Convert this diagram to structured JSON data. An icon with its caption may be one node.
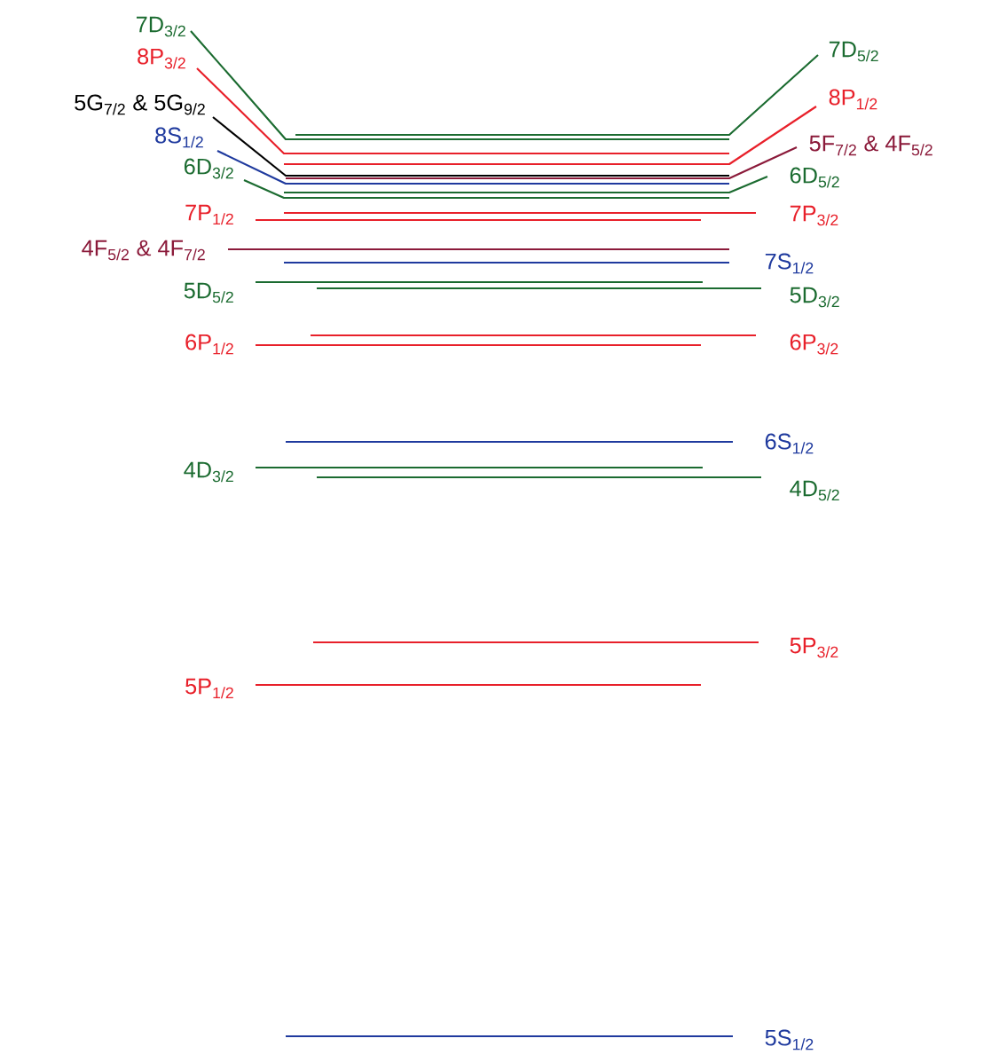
{
  "diagram": {
    "nodes": [
      {
        "text": [
          "7D$_{3/2}$"
        ]
      },
      {
        "text": [
          "7D$_{5/2}$"
        ]
      },
      {
        "text": [
          "8P$_{3/2}$"
        ]
      },
      {
        "text": [
          "8P$_{1/2}$"
        ]
      },
      {
        "text": [
          "5G$_{7/2}$ & 5G$_{9/2}$"
        ]
      },
      {
        "text": [
          "5F$_{7/2}$ & 4F$_{5/2}$"
        ]
      },
      {
        "text": [
          "8S$_{1/2}$"
        ]
      },
      {
        "text": [
          "6D$_{3/2}$"
        ]
      },
      {
        "text": [
          "6D$_{5/2}$"
        ]
      },
      {
        "text": [
          "7P$_{1/2}$"
        ]
      },
      {
        "text": [
          "7P$_{3/2}$"
        ]
      },
      {
        "text": [
          "4F$_{5/2}$ & 4F$_{7/2}$"
        ]
      },
      {
        "text": [
          "7S$_{1/2}$"
        ]
      },
      {
        "text": [
          "5D$_{5/2}$"
        ]
      },
      {
        "text": [
          "5D$_{3/2}$"
        ]
      },
      {
        "text": [
          "6P$_{1/2}$"
        ]
      },
      {
        "text": [
          "6P$_{3/2}$"
        ]
      },
      {
        "text": [
          "6S$_{1/2}$"
        ]
      },
      {
        "text": [
          "4D$_{3/2}$"
        ]
      },
      {
        "text": [
          "4D$_{5/2}$"
        ]
      },
      {
        "text": [
          "5P$_{3/2}$"
        ]
      },
      {
        "text": [
          "5P$_{1/2}$"
        ]
      },
      {
        "text": [
          "5S$_{1/2}$"
        ]
      }
    ]
  }
}
